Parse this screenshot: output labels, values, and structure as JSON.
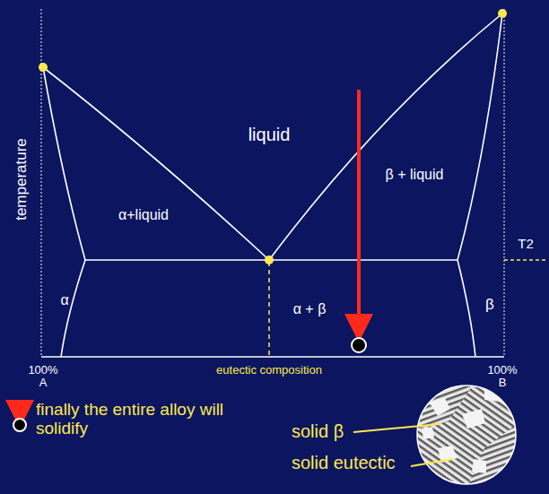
{
  "diagram": {
    "labels": [
      "temperature",
      "liquid",
      "α+liquid",
      "β + liquid",
      "α",
      "α + β",
      "β",
      "T2",
      "100% A",
      "100% B",
      "eutectic composition",
      "finally the entire alloy will solidify",
      "solid β",
      "solid eutectic"
    ]
  }
}
